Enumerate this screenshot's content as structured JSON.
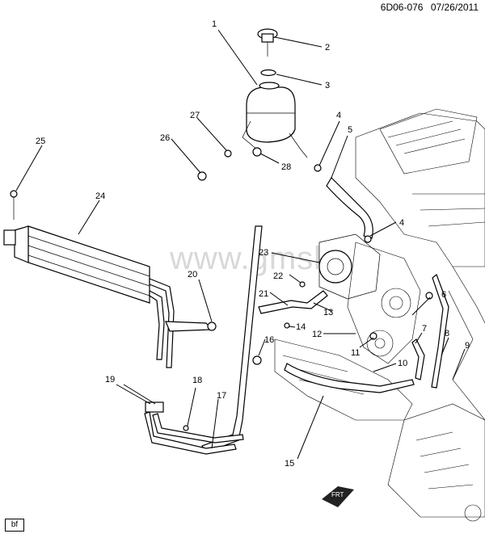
{
  "header": {
    "diagram_code": "6D06-076",
    "date": "07/26/2011"
  },
  "footer_tag": "bf",
  "watermark": "www.gmsk",
  "fwd_label": "FRT",
  "callouts": [
    "1",
    "2",
    "3",
    "4",
    "5",
    "4",
    "6",
    "7",
    "8",
    "9",
    "10",
    "11",
    "12",
    "13",
    "14",
    "15",
    "16",
    "17",
    "18",
    "19",
    "20",
    "21",
    "22",
    "23",
    "24",
    "25",
    "26",
    "27",
    "28"
  ]
}
